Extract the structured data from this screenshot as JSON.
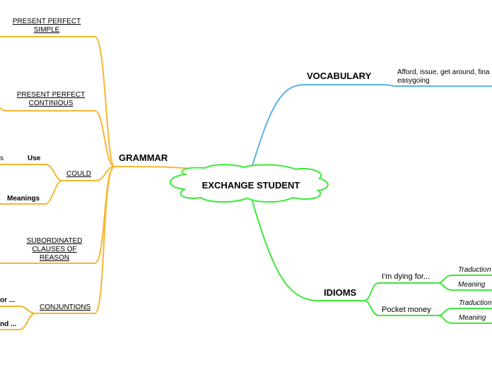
{
  "central": {
    "label": "EXCHANGE STUDENT"
  },
  "grammar": {
    "label": "GRAMMAR",
    "present_perfect_simple": "PRESENT PERFECT\nSIMPLE",
    "present_perfect_continious": "PRESENT PERFECT\nCONTINIOUS",
    "could": {
      "label": "COULD",
      "use": "Use",
      "use_left_fragment": "s",
      "meanings": "Meanings"
    },
    "subordinated": "SUBORDINATED\nCLAUSES OF\nREASON",
    "conjuntions": {
      "label": "CONJUNTIONS",
      "item_1": "or ...",
      "item_2": "nd ..."
    }
  },
  "vocabulary": {
    "label": "VOCABULARY",
    "words": "Afford, issue, get around, fina\neasygoing"
  },
  "idioms": {
    "label": "IDIOMS",
    "items": [
      {
        "label": "I'm dying for...",
        "traduction": "Traduction",
        "meaning": "Meaning"
      },
      {
        "label": "Pocket money",
        "traduction": "Traduction",
        "meaning": "Meaning"
      }
    ]
  },
  "colors": {
    "grammar": "#f5b731",
    "vocabulary": "#5ab4e5",
    "idioms": "#3ee83a",
    "central_border": "#3ee83a"
  }
}
